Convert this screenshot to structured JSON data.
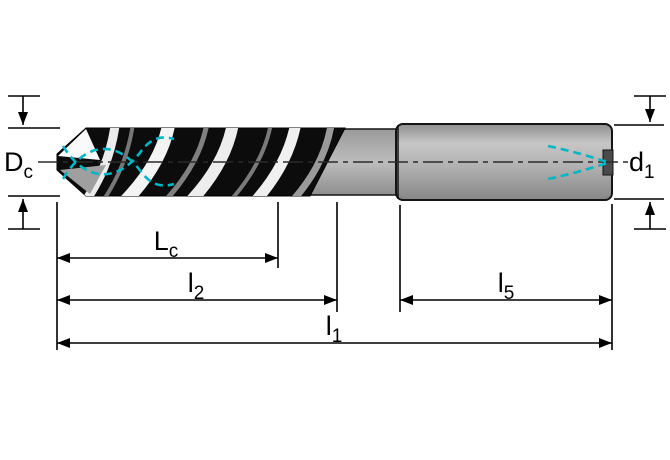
{
  "diagram": {
    "description": "Solid carbide twist drill dimension drawing with coolant channels",
    "labels": {
      "dc": {
        "main": "D",
        "sub": "c"
      },
      "d1": {
        "main": "d",
        "sub": "1"
      },
      "lc": {
        "main": "L",
        "sub": "c"
      },
      "l2": {
        "main": "l",
        "sub": "2"
      },
      "l5": {
        "main": "l",
        "sub": "5"
      },
      "l1": {
        "main": "l",
        "sub": "1"
      }
    },
    "colors": {
      "coolant_channel": "#00b6c4",
      "flute_body": "#0c0c0c",
      "shank_gray": "#a8a8a8",
      "dimension_line": "#000000",
      "background": "#ffffff"
    }
  }
}
